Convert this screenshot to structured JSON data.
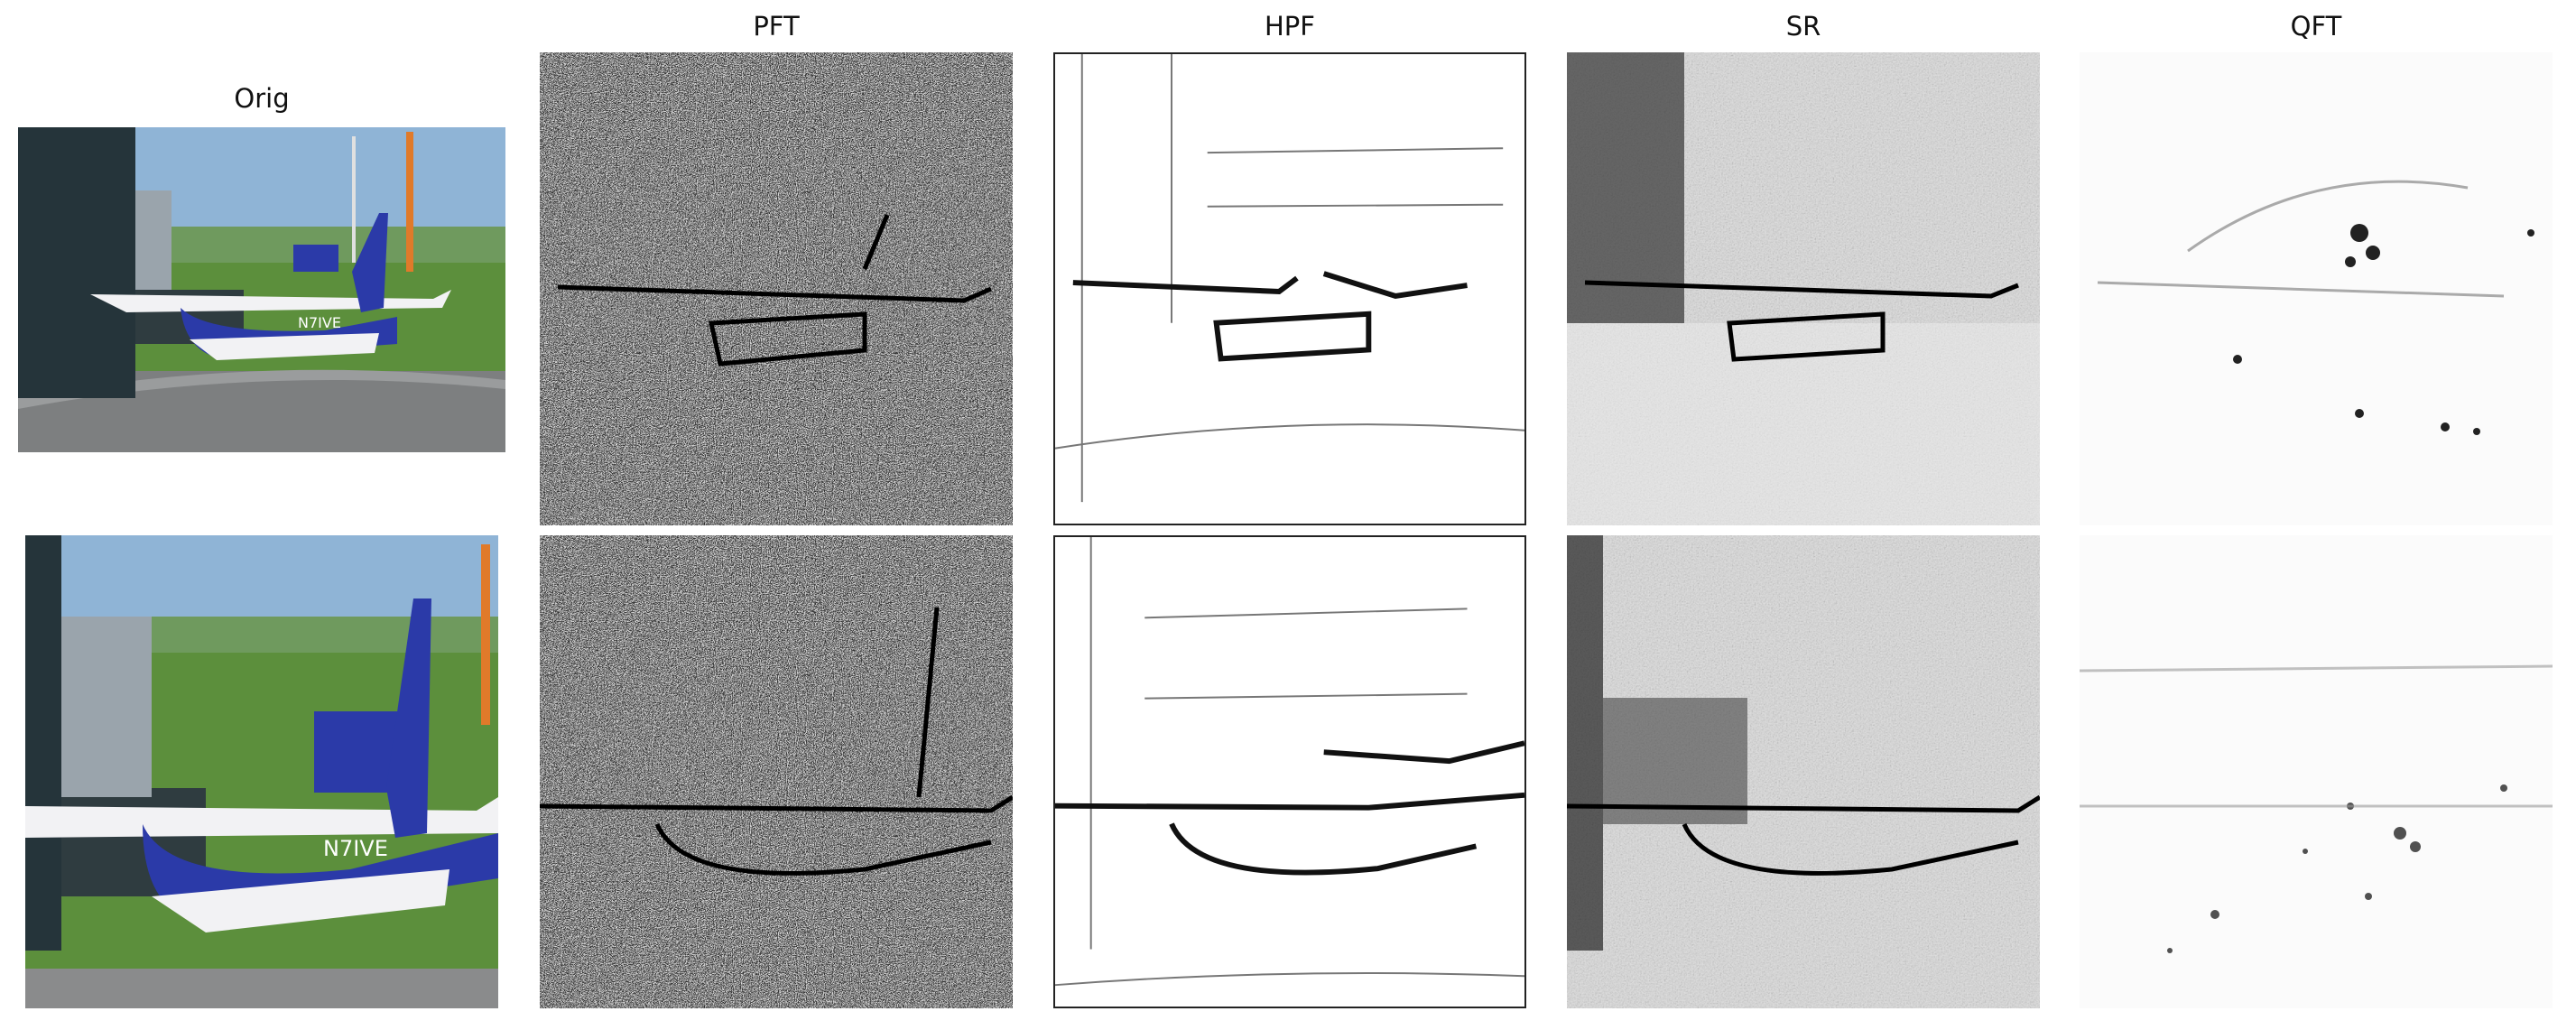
{
  "figure": {
    "columns": [
      {
        "key": "orig",
        "title": "Orig"
      },
      {
        "key": "pft",
        "title": "PFT"
      },
      {
        "key": "hpf",
        "title": "HPF"
      },
      {
        "key": "sr",
        "title": "SR"
      },
      {
        "key": "qft",
        "title": "QFT"
      }
    ],
    "rows": [
      {
        "aircraft_marking": "N7IVE"
      },
      {
        "aircraft_marking": "N7IVE"
      }
    ],
    "colors": {
      "sky": "#8fb4d6",
      "grass": "#5c8f3c",
      "hangar": "#25343a",
      "plane_blue": "#2b3aa8",
      "plane_white": "#f2f2f4",
      "tarmac": "#7d7f80"
    }
  }
}
